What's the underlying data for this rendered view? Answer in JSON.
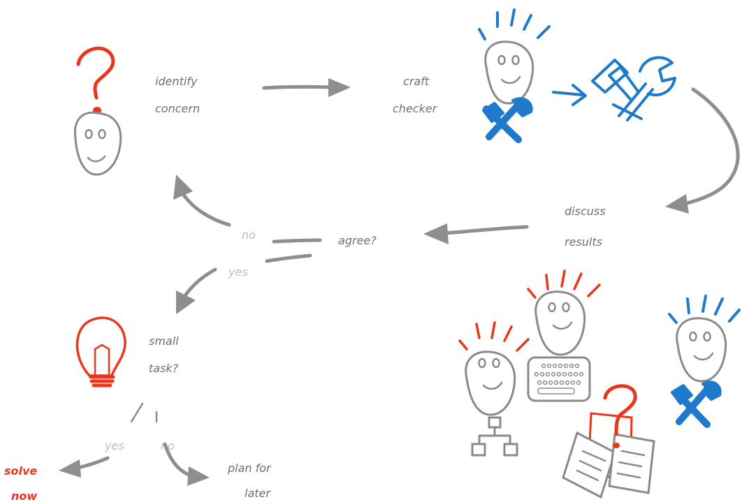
{
  "labels": {
    "identify_line1": "identify",
    "identify_line2": "concern",
    "craft_line1": "craft",
    "craft_line2": "checker",
    "discuss_line1": "discuss",
    "discuss_line2": "results",
    "agree": "agree?",
    "no_branch": "no",
    "yes_branch": "yes",
    "small_task_line1": "small",
    "small_task_line2": "task?",
    "yes_small": "yes",
    "no_small": "no",
    "solve_line1": "solve",
    "solve_line2": "now",
    "plan_line1": "plan for",
    "plan_line2": "later"
  },
  "icons": [
    "question-mark-icon",
    "person-icon",
    "tools-icon",
    "lightbulb-icon",
    "keyboard-icon",
    "hierarchy-icon",
    "documents-icon"
  ],
  "colors": {
    "gray": "#8e8e8e",
    "blue": "#1f7acb",
    "red": "#e8371b"
  }
}
